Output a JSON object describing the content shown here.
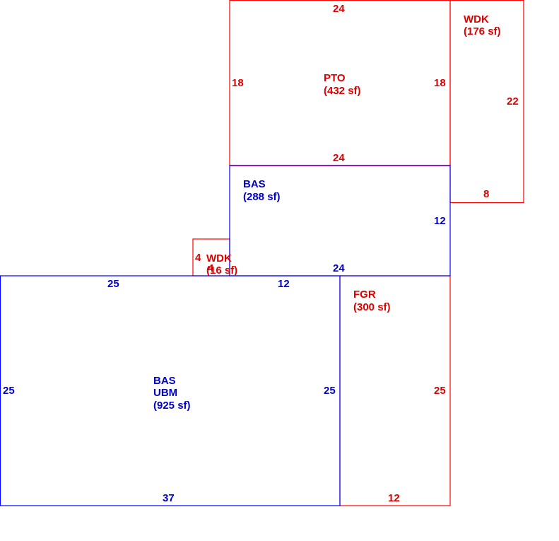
{
  "colors": {
    "blue": "#0000cc",
    "red": "#dd0000"
  },
  "areas": {
    "pto": {
      "code": "PTO",
      "area": "(432 sf)"
    },
    "wdk_top": {
      "code": "WDK",
      "area": "(176 sf)"
    },
    "bas_upper": {
      "code": "BAS",
      "area": "(288 sf)"
    },
    "wdk_small": {
      "code": "WDK",
      "area": "(16 sf)"
    },
    "fgr": {
      "code": "FGR",
      "area": "(300 sf)"
    },
    "bas_main": {
      "code": "BAS",
      "sub": "UBM",
      "area": "(925 sf)"
    }
  },
  "dims": {
    "pto_top": "24",
    "pto_left": "18",
    "pto_right": "18",
    "pto_bottom": "24",
    "wdk_top_right": "22",
    "wdk_top_bottom": "8",
    "bas_upper_right": "12",
    "bas_upper_bottom": "24",
    "wdk_small_left": "4",
    "wdk_small_bottom": "4",
    "bas_main_top_left": "25",
    "bas_main_top_right": "12",
    "bas_main_left": "25",
    "bas_main_right": "25",
    "bas_main_bottom": "37",
    "fgr_right": "25",
    "fgr_bottom": "12"
  }
}
